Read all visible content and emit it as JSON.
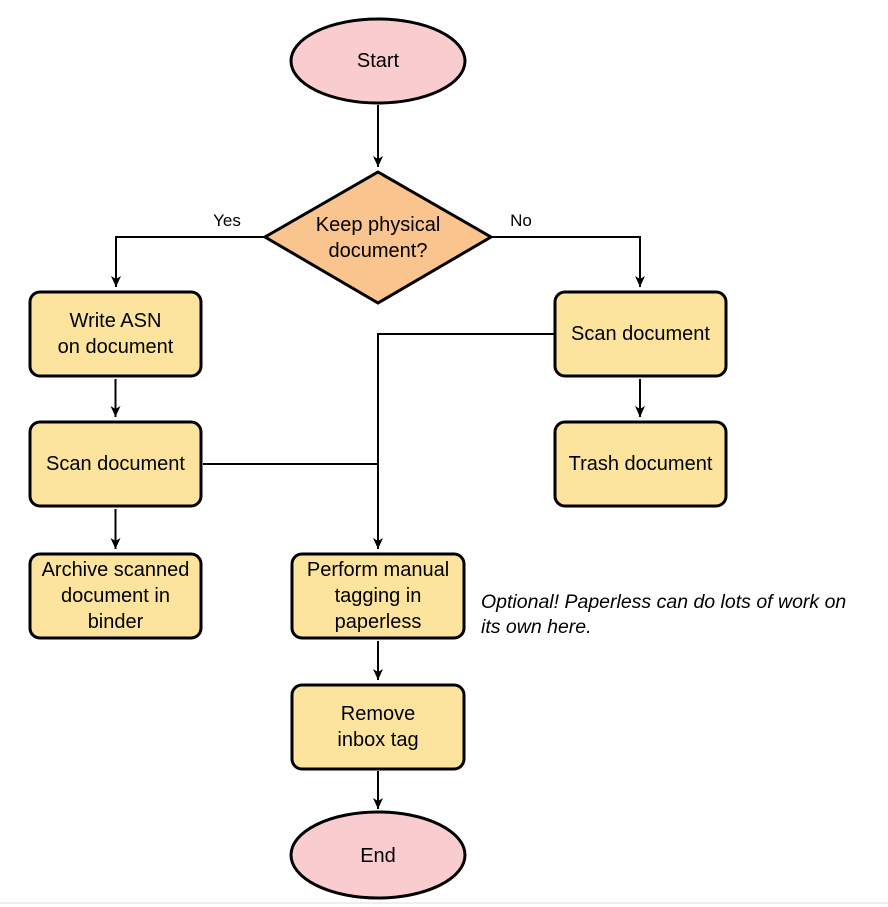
{
  "colors": {
    "terminal_fill": "#F9CDD0",
    "decision_fill": "#F9C48D",
    "process_fill": "#FCE49E",
    "stroke": "#000000",
    "connector": "#000000",
    "text": "#000000"
  },
  "nodes": {
    "start": {
      "label": "Start",
      "type": "terminal"
    },
    "keep_physical": {
      "label": "Keep physical\ndocument?",
      "type": "decision"
    },
    "write_asn": {
      "label": "Write ASN\non document",
      "type": "process"
    },
    "scan_document_left": {
      "label": "Scan document",
      "type": "process"
    },
    "archive_binder": {
      "label": "Archive scanned\ndocument in\nbinder",
      "type": "process"
    },
    "scan_document_right": {
      "label": "Scan document",
      "type": "process"
    },
    "trash_document": {
      "label": "Trash document",
      "type": "process"
    },
    "manual_tagging": {
      "label": "Perform manual\ntagging in\npaperless",
      "type": "process"
    },
    "remove_inbox_tag": {
      "label": "Remove\ninbox tag",
      "type": "process"
    },
    "end": {
      "label": "End",
      "type": "terminal"
    }
  },
  "edge_labels": {
    "yes": "Yes",
    "no": "No"
  },
  "annotation": {
    "text": "Optional! Paperless can do lots of work on\nits own here."
  }
}
